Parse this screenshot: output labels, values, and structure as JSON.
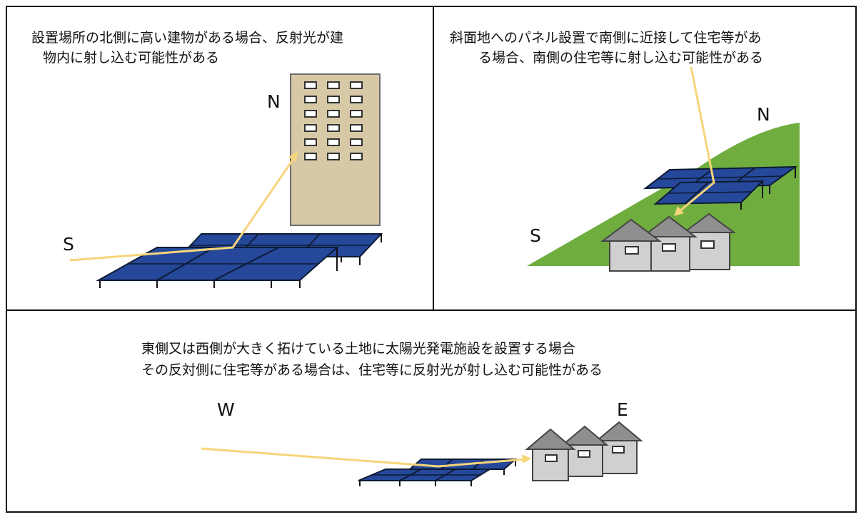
{
  "panels": {
    "north_building": {
      "caption_line1": "設置場所の北側に高い建物がある場合、反射光が建",
      "caption_line2": "物内に射し込む可能性がある",
      "label_n": "N",
      "label_s": "S"
    },
    "slope": {
      "caption_line1": "斜面地へのパネル設置で南側に近接して住宅等があ",
      "caption_line2": "る場合、南側の住宅等に射し込む可能性がある",
      "label_n": "N",
      "label_s": "S"
    },
    "east_west": {
      "caption_line1": "東側又は西側が大きく拓けている土地に太陽光発電施設を設置する場合",
      "caption_line2": "その反対側に住宅等がある場合は、住宅等に反射光が射し込む可能性がある",
      "label_w": "W",
      "label_e": "E"
    }
  },
  "colors": {
    "panel": "#25489a",
    "building": "#d8c9a6",
    "ray": "#f7d57a",
    "slope": "#6fad3f",
    "house": "#d0d0d0",
    "roof": "#8f8f8f"
  }
}
